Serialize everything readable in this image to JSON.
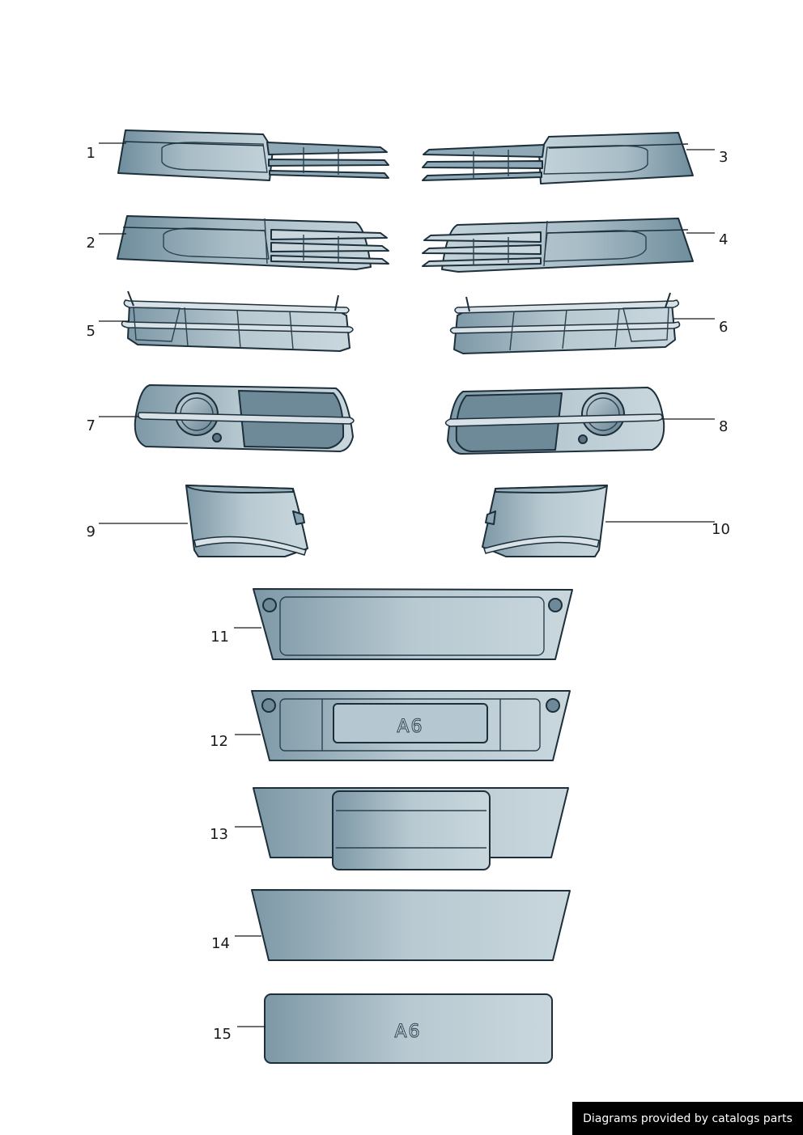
{
  "callouts": [
    "1",
    "2",
    "3",
    "4",
    "5",
    "6",
    "7",
    "8",
    "9",
    "10",
    "11",
    "12",
    "13",
    "14",
    "15"
  ],
  "emblem_text": "A6",
  "footer_text": "Diagrams provided by catalogs parts",
  "colors": {
    "part_dark": "#6f8d9c",
    "part_light": "#c4d3da",
    "outline": "#1c2f3b",
    "rib": "#d7e1e6",
    "footer_bg": "#000000"
  }
}
